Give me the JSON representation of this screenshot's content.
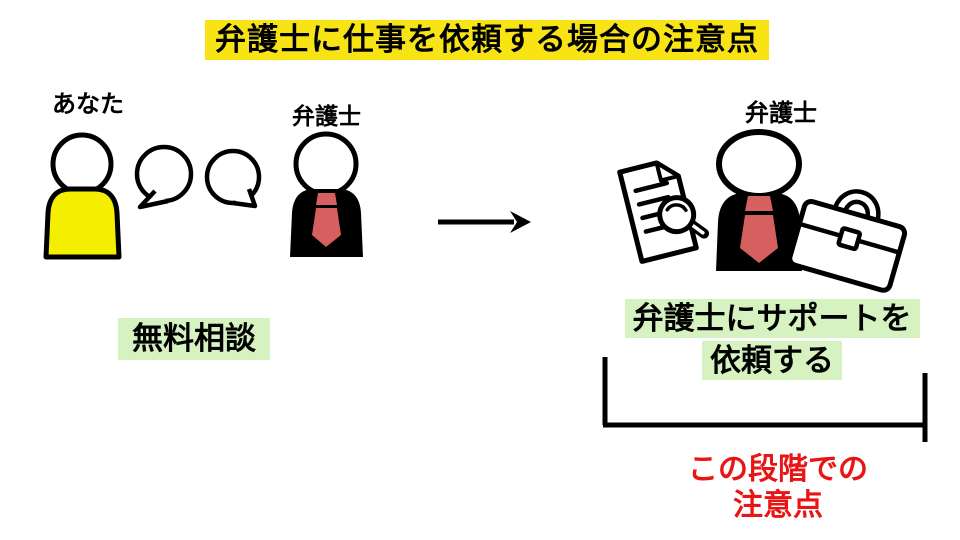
{
  "title": {
    "text": "弁護士に仕事を依頼する場合の注意点"
  },
  "left_scene": {
    "you_label": "あなた",
    "lawyer_label": "弁護士",
    "caption": "無料相談"
  },
  "right_scene": {
    "lawyer_label": "弁護士",
    "caption_line1": "弁護士にサポートを",
    "caption_line2": "依頼する",
    "note_line1": "この段階での",
    "note_line2": "注意点"
  },
  "icons": {
    "speech_bubbles": "two-chat-bubbles",
    "arrow": "arrow-right",
    "document_search": "document-with-magnifier",
    "briefcase": "briefcase"
  },
  "colors": {
    "title_highlight": "#F8E315",
    "caption_highlight": "#D6F2C0",
    "you_body_yellow": "#F4EE00",
    "tie_red": "#D65F5F",
    "note_red": "#E91414",
    "ink": "#000000"
  }
}
